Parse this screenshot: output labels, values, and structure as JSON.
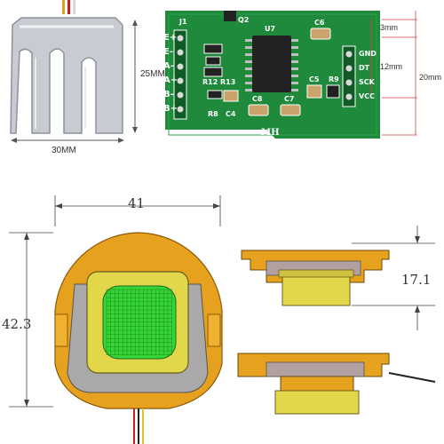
{
  "sensor_photo": {
    "width_label": "30MM",
    "height_label": "25MM"
  },
  "hx711_board": {
    "header_name": "J1",
    "left_pins": [
      "E+",
      "E-",
      "A-",
      "A+",
      "B-",
      "B+"
    ],
    "right_pins": [
      "GND",
      "DT",
      "SCK",
      "VCC"
    ],
    "components": [
      "Q2",
      "U7",
      "C6",
      "R12",
      "R13",
      "R8",
      "C4",
      "C8",
      "C7",
      "C5",
      "R9"
    ],
    "brand": "MH",
    "dim_3": "3mm",
    "dim_12": "12mm",
    "dim_20": "20mm"
  },
  "drawing": {
    "width": "41",
    "height": "42.3",
    "thickness": "17.1"
  },
  "colors": {
    "pcb": "#1f8a3c",
    "orange_body": "#e6a21e",
    "yellow_ring": "#e2d64a",
    "green_pad": "#36d436",
    "grey_frame": "#a9a9a9"
  }
}
